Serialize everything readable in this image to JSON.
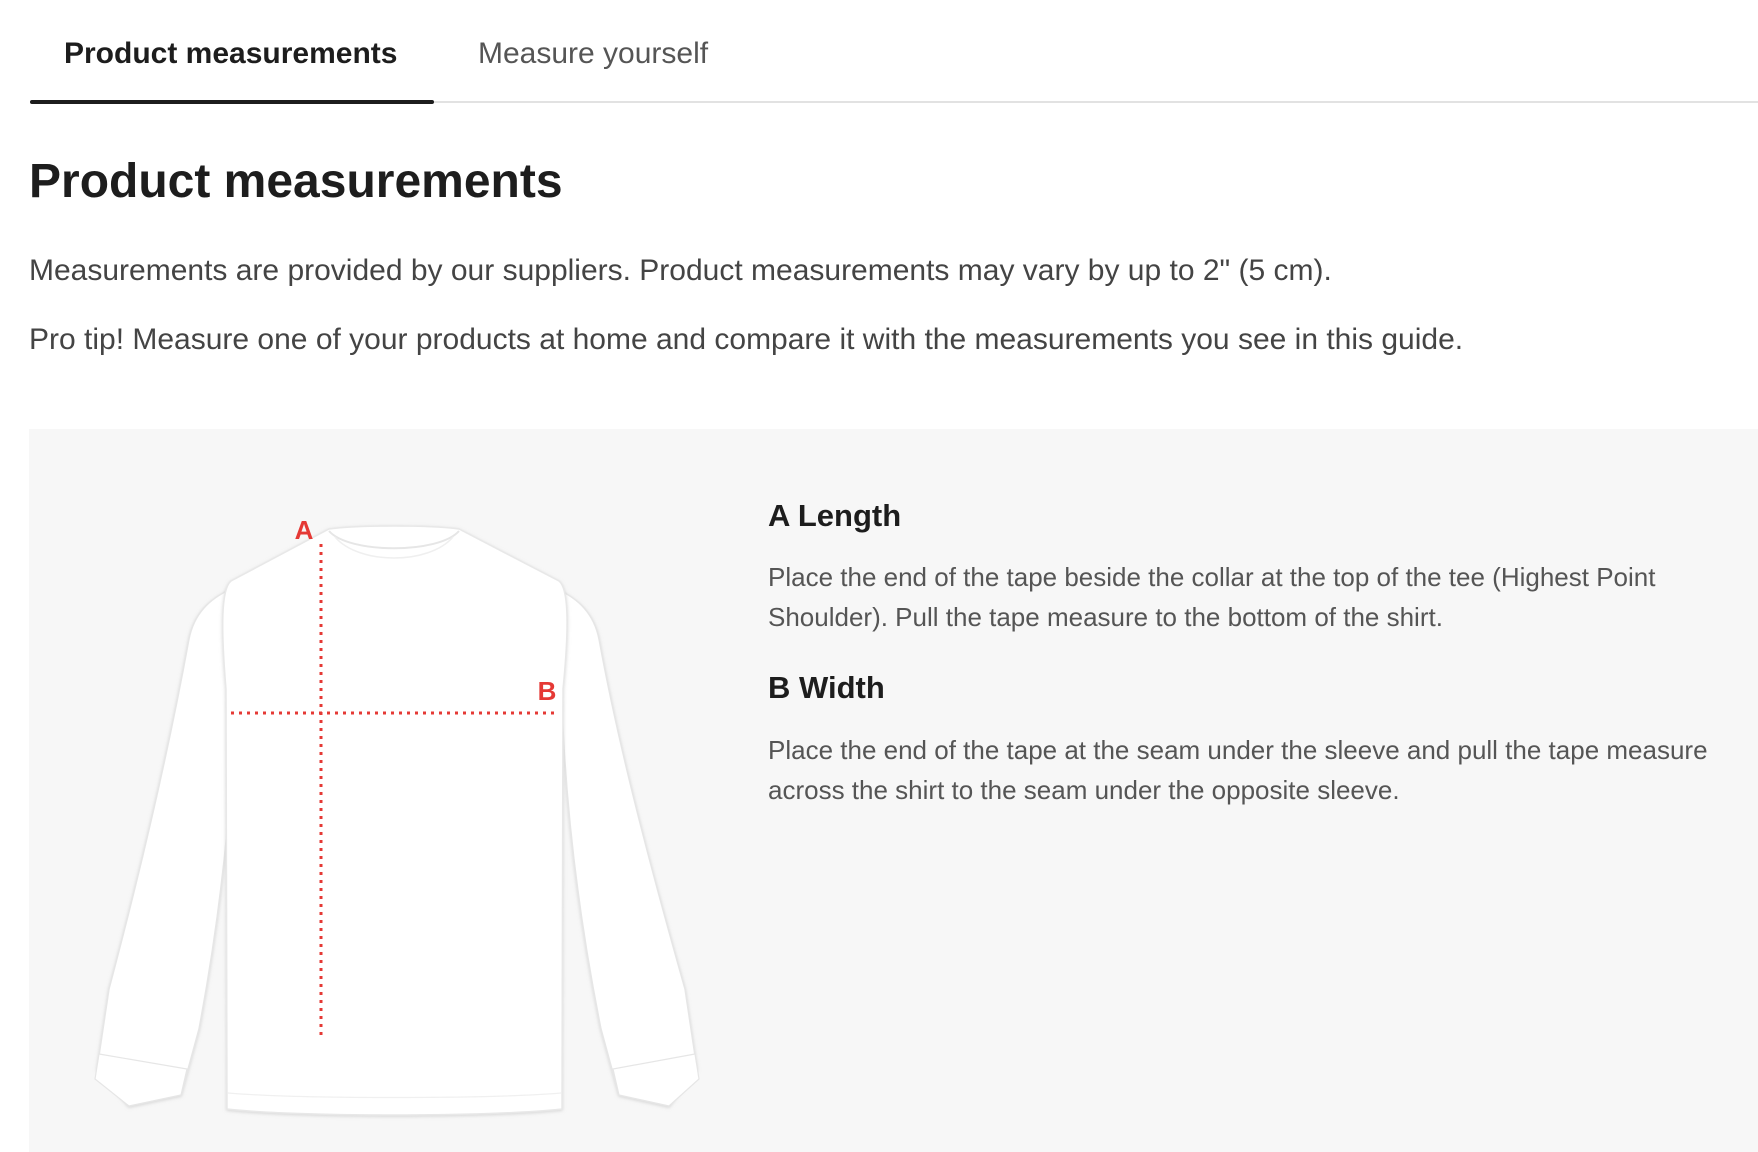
{
  "tabs": [
    {
      "label": "Product measurements",
      "active": true
    },
    {
      "label": "Measure yourself",
      "active": false
    }
  ],
  "page_title": "Product measurements",
  "intro": [
    "Measurements are provided by our suppliers. Product measurements may vary by up to 2\" (5 cm).",
    "Pro tip! Measure one of your products at home and compare it with the measurements you see in this guide."
  ],
  "figure": {
    "markers": [
      "A",
      "B"
    ],
    "marker_color": "#e53935"
  },
  "measurements": [
    {
      "title": "A Length",
      "description": "Place the end of the tape beside the collar at the top of the tee (Highest Point Shoulder). Pull the tape measure to the bottom of the shirt."
    },
    {
      "title": "B Width",
      "description": "Place the end of the tape at the seam under the sleeve and pull the tape measure across the shirt to the seam under the opposite sleeve."
    }
  ],
  "colors": {
    "active_tab_underline": "#1d1d1d",
    "guide_background": "#f7f7f7"
  }
}
